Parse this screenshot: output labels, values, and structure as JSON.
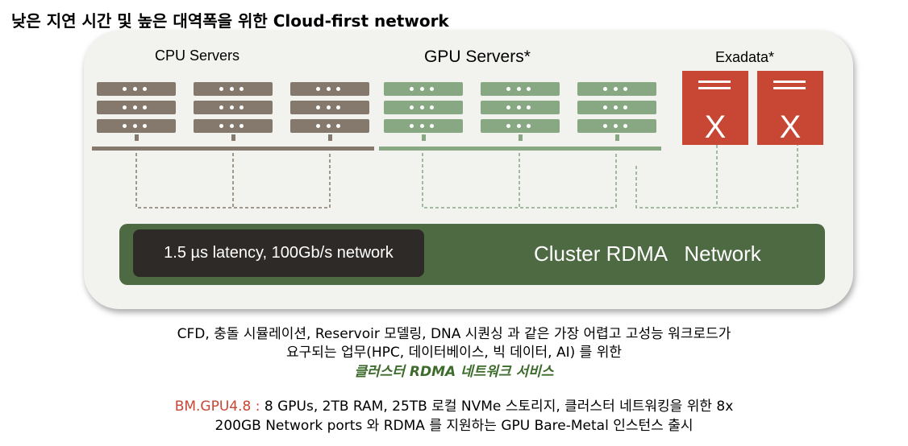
{
  "title": "낮은 지연 시간 및 높은 대역폭을 위한 Cloud-first network",
  "groups": {
    "cpu": "CPU Servers",
    "gpu": "GPU Servers*",
    "exadata": "Exadata*"
  },
  "exadata_mark": "X",
  "network": {
    "latency": "1.5 µs latency, 100Gb/s network",
    "name": "Cluster RDMA   Network"
  },
  "description": {
    "line1": "CFD, 충돌 시뮬레이션, Reservoir 모델링, DNA 시퀀싱 과 같은 가장 어렵고 고성능 워크로드가",
    "line2": "요구되는 업무(HPC, 데이터베이스, 빅 데이터, AI) 를 위한",
    "highlight": "클러스터 RDMA 네트워크 서비스"
  },
  "spec": {
    "shape": "BM.GPU4.8",
    "sep": " : ",
    "line1": "8 GPUs, 2TB RAM, 25TB 로컬 NVMe 스토리지, 클러스터 네트워킹을 위한 8x",
    "line2": "200GB Network ports 와 RDMA 를 지원하는 GPU Bare-Metal 인스턴스 출시"
  },
  "colors": {
    "cpu": "#85796d",
    "gpu": "#87a883",
    "exadata": "#c74634",
    "network": "#4d6a43",
    "latency_box": "#2d2a27",
    "highlight": "#3d6b2c"
  }
}
